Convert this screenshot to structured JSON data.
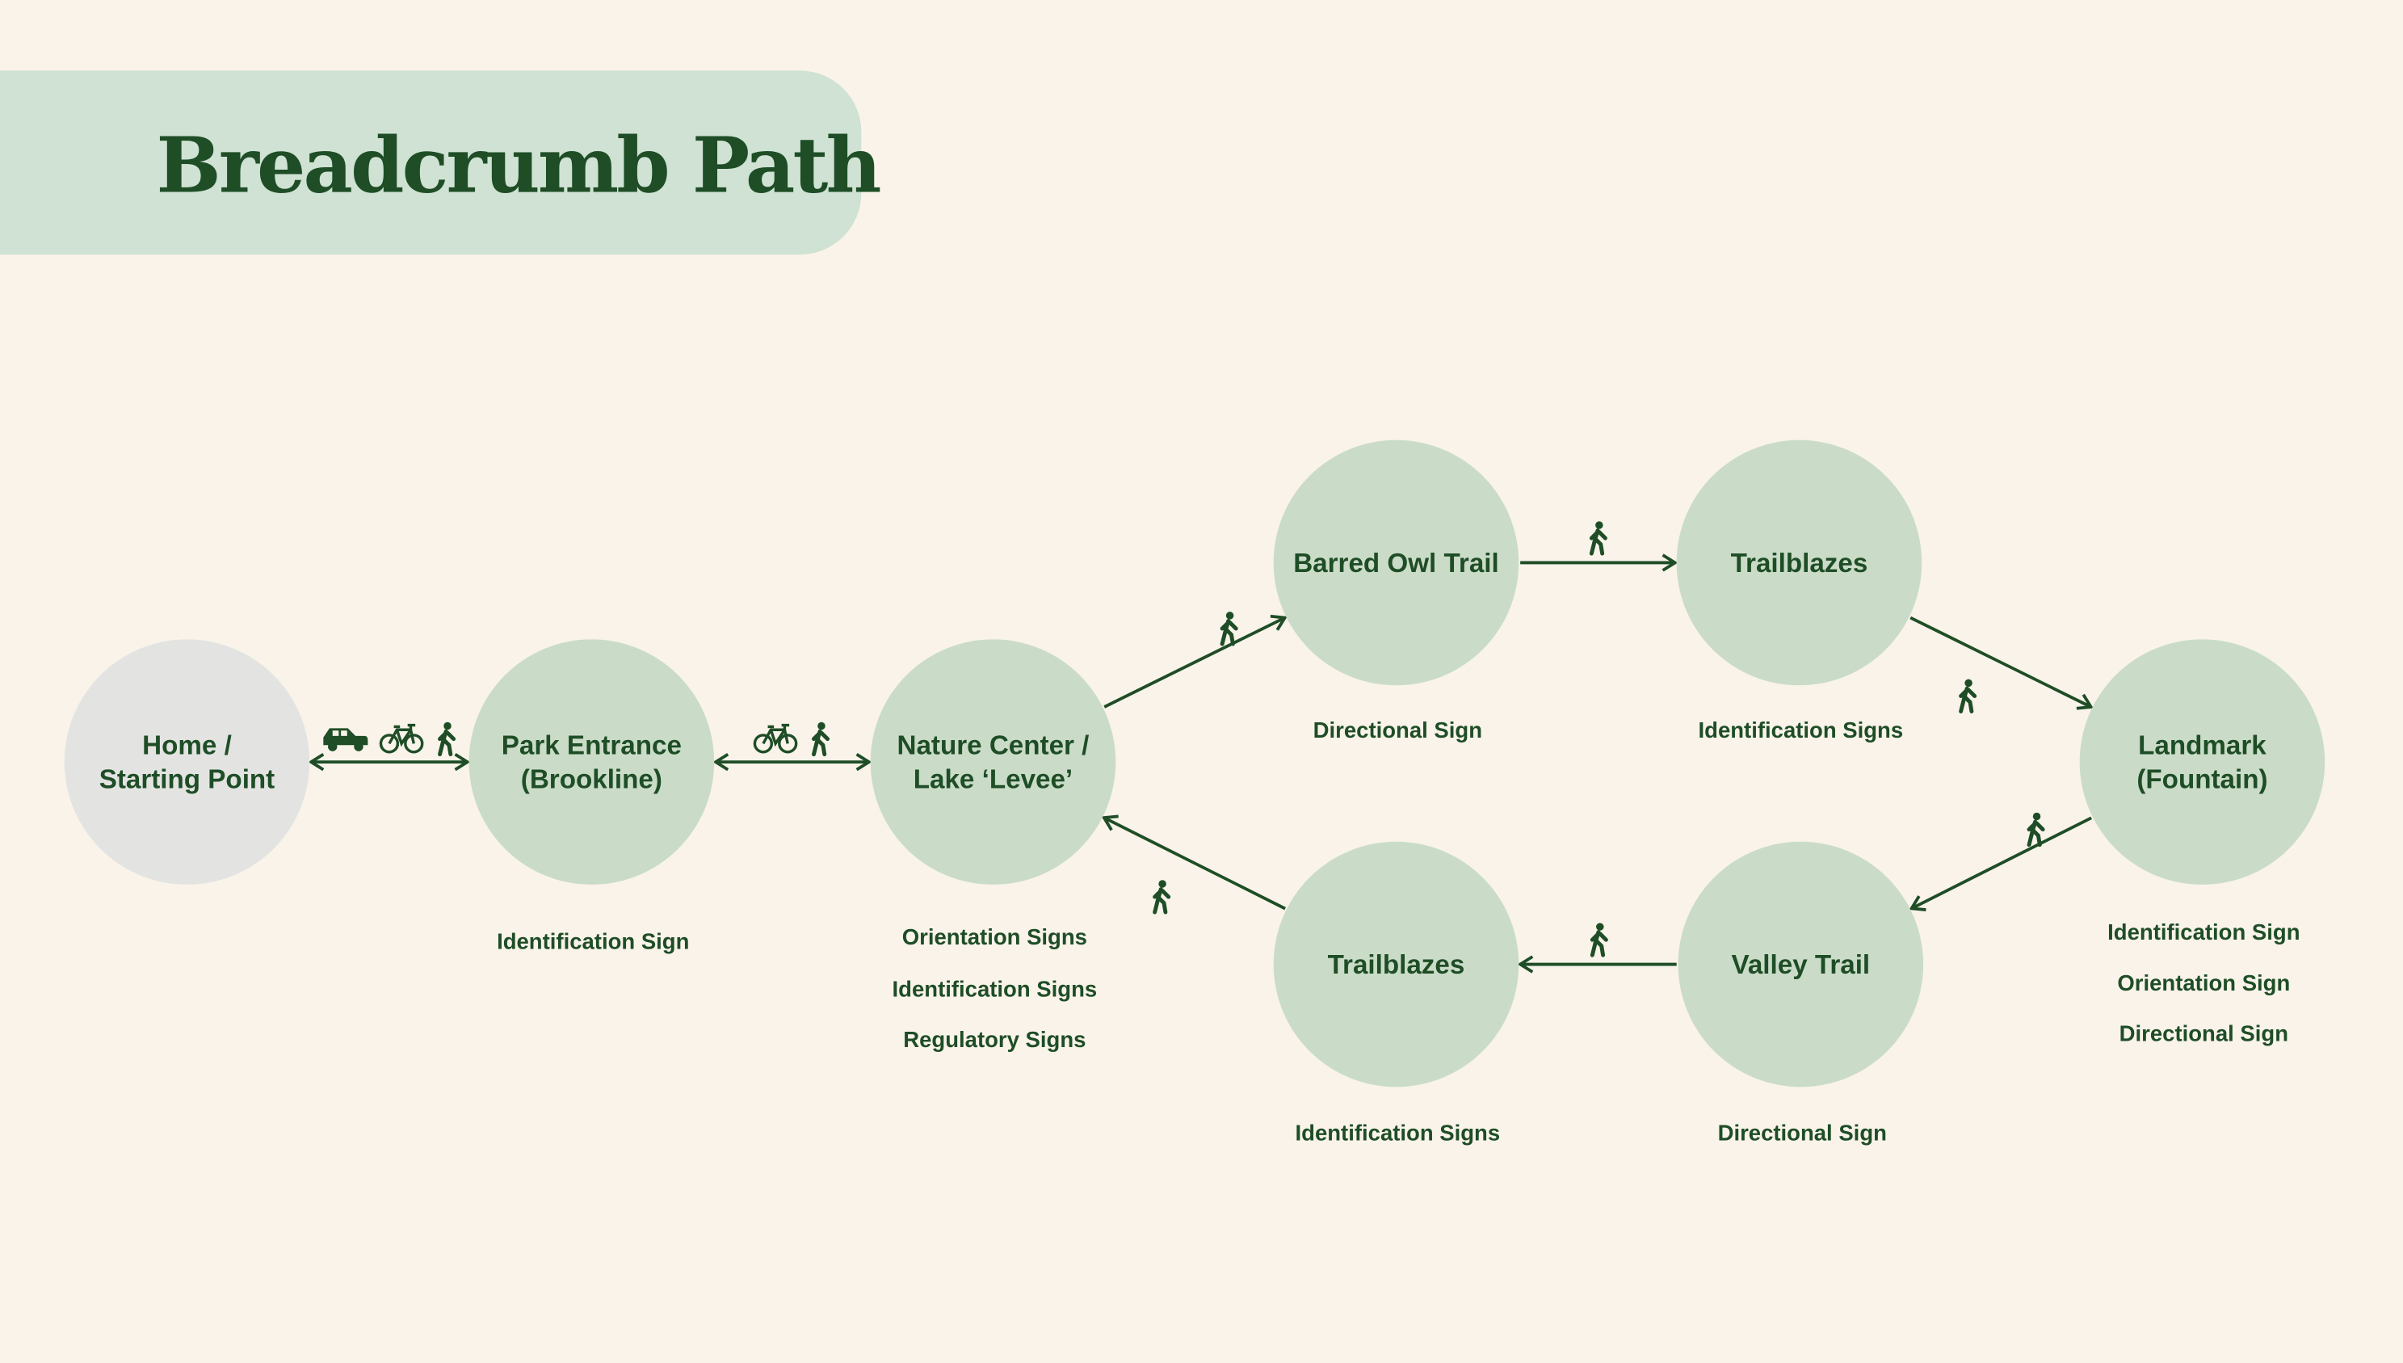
{
  "title": "Breadcrumb Path",
  "colors": {
    "background": "#f9f3ea",
    "banner": "#cfe2d3",
    "node": "#cadcc8",
    "start_node": "#e3e4e2",
    "ink": "#1e4d26"
  },
  "nodes": [
    {
      "id": "home",
      "lines": [
        "Home /",
        "Starting Point"
      ],
      "signs": []
    },
    {
      "id": "park",
      "lines": [
        "Park Entrance",
        "(Brookline)"
      ],
      "signs": [
        "Identification Sign"
      ]
    },
    {
      "id": "nature",
      "lines": [
        "Nature Center /",
        "Lake ‘Levee’"
      ],
      "signs": [
        "Orientation Signs",
        "Identification Signs",
        "Regulatory Signs"
      ]
    },
    {
      "id": "owl",
      "lines": [
        "Barred Owl Trail"
      ],
      "signs": [
        "Directional Sign"
      ]
    },
    {
      "id": "blazeTop",
      "lines": [
        "Trailblazes"
      ],
      "signs": [
        "Identification Signs"
      ]
    },
    {
      "id": "landmark",
      "lines": [
        "Landmark",
        "(Fountain)"
      ],
      "signs": [
        "Identification Sign",
        "Orientation Sign",
        "Directional Sign"
      ]
    },
    {
      "id": "valley",
      "lines": [
        "Valley Trail"
      ],
      "signs": [
        "Directional Sign"
      ]
    },
    {
      "id": "blazeBot",
      "lines": [
        "Trailblazes"
      ],
      "signs": [
        "Identification Signs"
      ]
    }
  ],
  "edges": [
    {
      "from": "home",
      "to": "park",
      "bidirectional": true,
      "modes": [
        "car-icon",
        "bicycle-icon",
        "walking-icon"
      ]
    },
    {
      "from": "park",
      "to": "nature",
      "bidirectional": true,
      "modes": [
        "bicycle-icon",
        "walking-icon"
      ]
    },
    {
      "from": "nature",
      "to": "owl",
      "bidirectional": false,
      "modes": [
        "walking-icon"
      ]
    },
    {
      "from": "owl",
      "to": "blazeTop",
      "bidirectional": false,
      "modes": [
        "walking-icon"
      ]
    },
    {
      "from": "blazeTop",
      "to": "landmark",
      "bidirectional": false,
      "modes": [
        "walking-icon"
      ]
    },
    {
      "from": "landmark",
      "to": "valley",
      "bidirectional": false,
      "modes": [
        "walking-icon"
      ]
    },
    {
      "from": "valley",
      "to": "blazeBot",
      "bidirectional": false,
      "modes": [
        "walking-icon"
      ]
    },
    {
      "from": "blazeBot",
      "to": "nature",
      "bidirectional": false,
      "modes": [
        "walking-icon"
      ]
    }
  ]
}
